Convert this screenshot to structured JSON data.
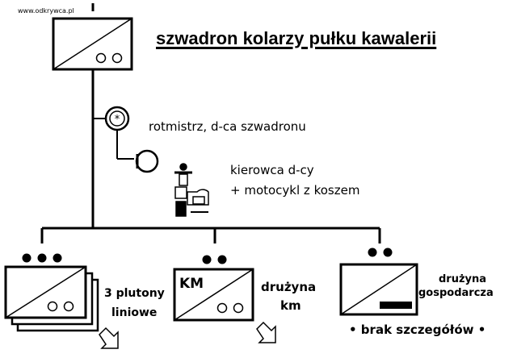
{
  "watermark": "www.odkrywca.pl",
  "title": "szwadron kolarzy pułku kawalerii",
  "commander": {
    "label": "rotmistrz, d-ca szwadronu"
  },
  "driver": {
    "line1": "kierowca d-cy",
    "line2": "+ motocykl z koszem"
  },
  "platoons": {
    "line1": "3 plutony",
    "line2": "liniowe"
  },
  "mg_squad": {
    "box_tag": "KM",
    "line1": "drużyna",
    "line2": "km"
  },
  "supply_squad": {
    "line1": "drużyna",
    "line2": "gospodarcza",
    "note": "• brak szczegółów •"
  },
  "colors": {
    "ink": "#000000",
    "background": "#ffffff"
  }
}
